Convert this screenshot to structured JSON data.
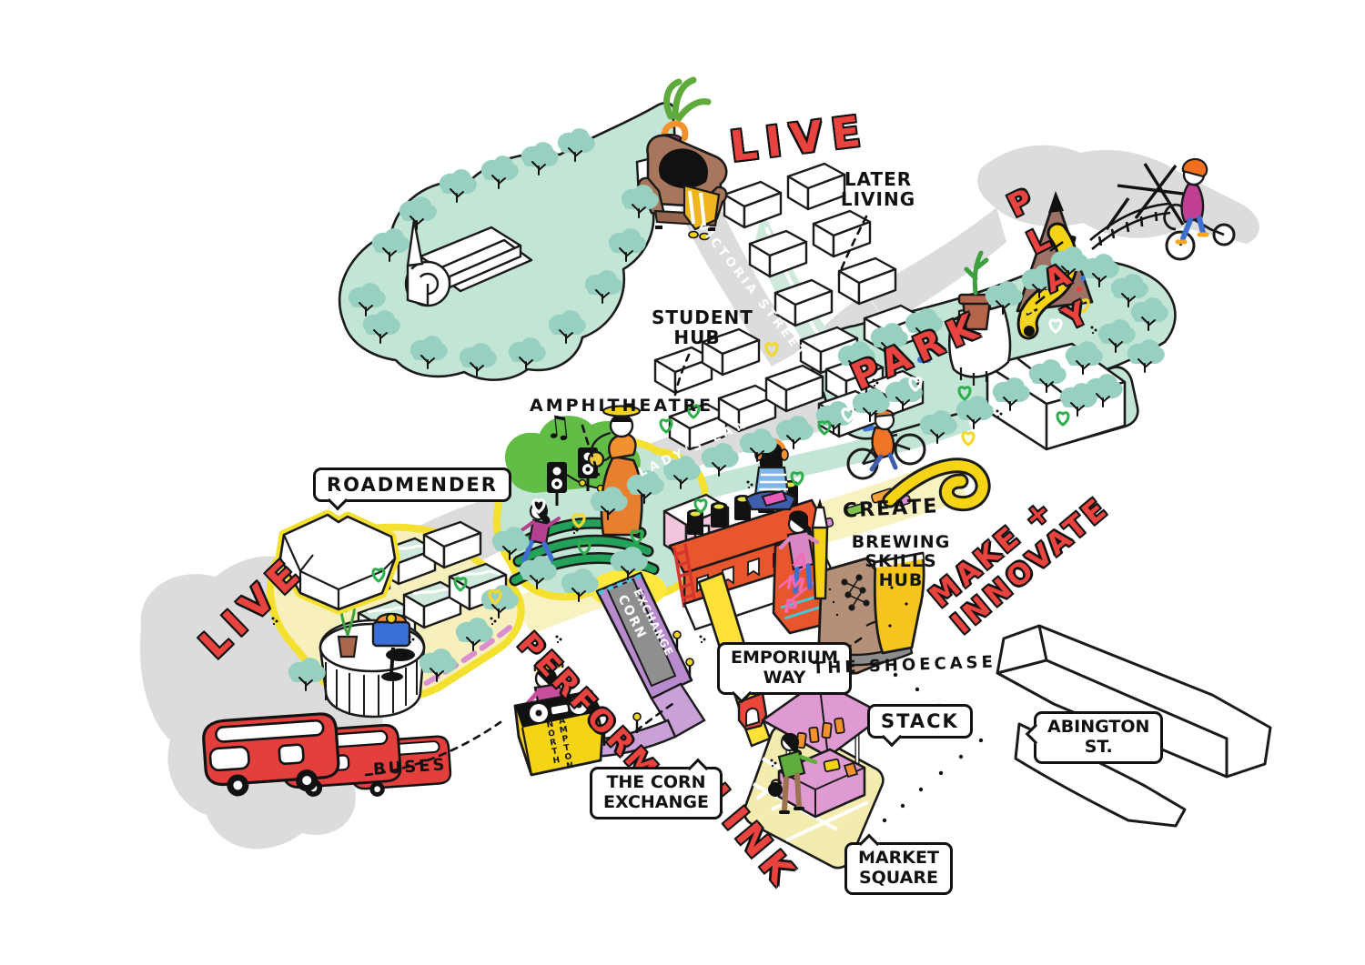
{
  "zones": {
    "live_top": "LIVE",
    "live_left": "LIVE",
    "play": "PLAY",
    "park": "PARK",
    "perform": "PERFORM",
    "link": "LINK",
    "make_innovate": "MAKE +\nINNOVATE"
  },
  "bubbles": {
    "roadmender": "ROADMENDER",
    "emporium_way": "EMPORIUM\nWAY",
    "stack": "STACK",
    "abington_st": "ABINGTON\nST.",
    "market_square": "MARKET\nSQUARE",
    "the_corn_exchange": "THE CORN\nEXCHANGE"
  },
  "labels": {
    "later_living": "LATER\nLIVING",
    "student_hub": "STUDENT\nHUB",
    "amphitheatre": "AMPHITHEATRE",
    "create": "CREATE",
    "brewing_skills_hub": "BREWING\nSKILLS HUB",
    "the_shoecase": "THE SHOECASE",
    "buses": "BUSES"
  },
  "streets": {
    "victoria_street": "VICTORIA STREET",
    "ladys_lane": "LADY'S LANE"
  },
  "signs": {
    "corn_exchange_1": "CORN",
    "corn_exchange_2": "EXCHANGE",
    "amp": "AMP",
    "dj_booth_1": "NORTH",
    "dj_booth_2": "AMPTON"
  },
  "icons": {
    "music_note": "♫"
  },
  "colors": {
    "accent_red": "#e8433e",
    "mint_green": "#c3e5d5",
    "teal_tree": "#97d0c0",
    "bright_green": "#5cb848",
    "yellow": "#ffe13a",
    "cream": "#f7f0bc",
    "orange": "#f2912d",
    "building_red": "#e8562d",
    "bus_red": "#e23f3d",
    "pink": "#df9cd1",
    "magenta": "#c74f9e",
    "purple": "#b78bce",
    "blue": "#3a6fd8",
    "road_gray": "#dcdcdc",
    "outline": "#1a1a1a"
  }
}
